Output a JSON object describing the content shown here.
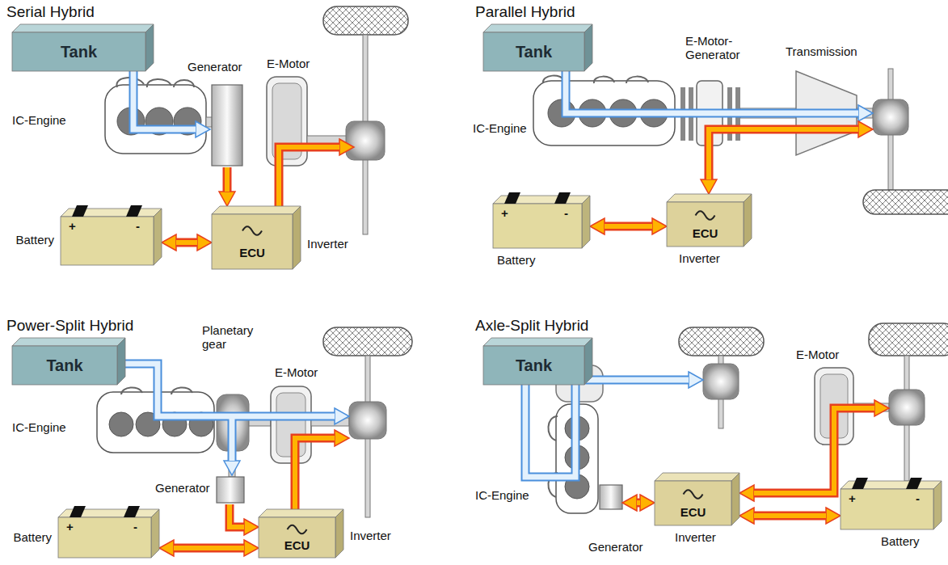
{
  "diagram": {
    "nodes": [
      {
        "text": [
          "Tank"
        ]
      },
      {
        "text": [
          "+",
          "-",
          "Battery"
        ]
      },
      {
        "text": [
          "ECU",
          "Inverter"
        ]
      },
      {
        "text": [
          "Tank"
        ]
      },
      {
        "text": [
          "+",
          "-",
          "Battery"
        ]
      },
      {
        "text": [
          "ECU",
          "Inverter"
        ]
      },
      {
        "text": [
          "Tank"
        ]
      },
      {
        "text": [
          "+",
          "-",
          "Battery"
        ]
      },
      {
        "text": [
          "ECU",
          "Inverter"
        ]
      },
      {
        "text": [
          "Tank"
        ]
      },
      {
        "text": [
          "ECU",
          "Inverter"
        ]
      },
      {
        "text": [
          "+",
          "-",
          "Battery"
        ]
      }
    ],
    "edges": [
      {
        "from": 1,
        "to": 2,
        "arrow": "both"
      },
      {
        "from": 4,
        "to": 5,
        "arrow": "both"
      },
      {
        "from": 7,
        "to": 8,
        "arrow": "both"
      },
      {
        "from": 10,
        "to": 11,
        "arrow": "both"
      }
    ],
    "labels": [
      "Serial Hybrid",
      "Generator",
      "E-Motor",
      "IC-Engine",
      "Parallel Hybrid",
      "E-Motor- Generator",
      "Transmission",
      "IC-Engine",
      "Power-Split Hybrid",
      "Planetary gear",
      "E-Motor",
      "IC-Engine",
      "Generator",
      "Axle-Split Hybrid",
      "E-Motor",
      "IC-Engine",
      "Generator"
    ]
  }
}
